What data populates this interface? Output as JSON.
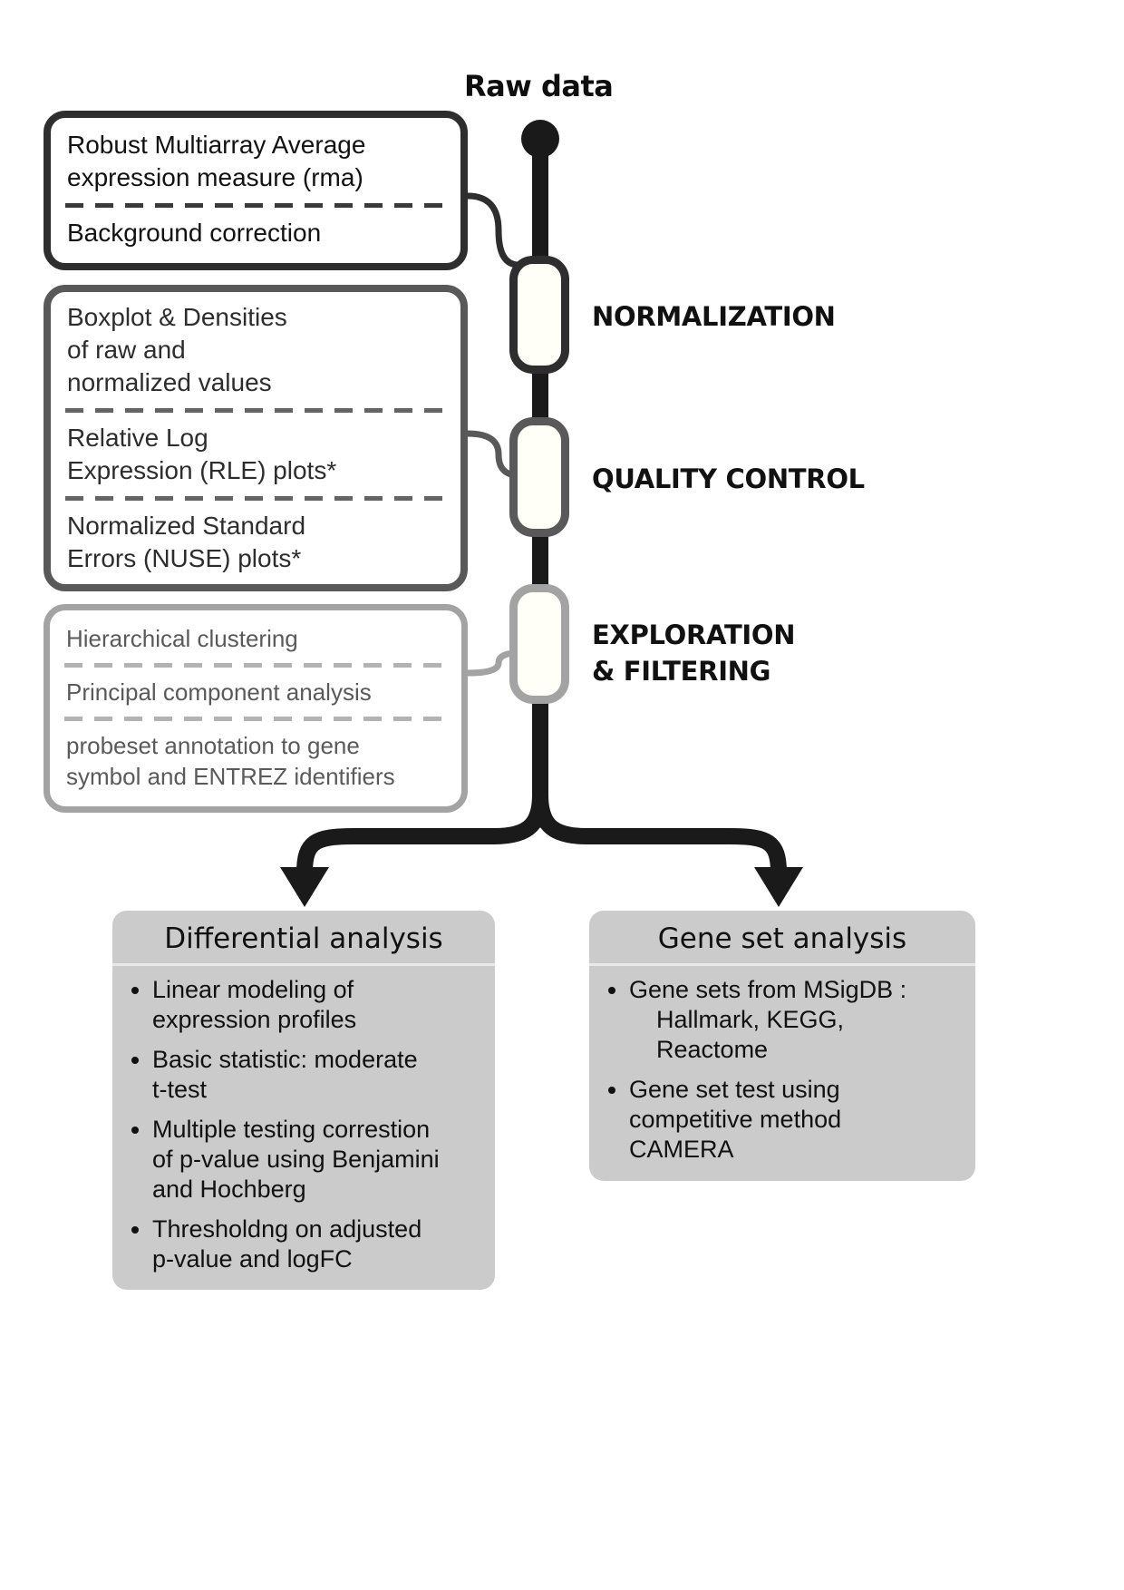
{
  "diagram": {
    "raw_data_label": "Raw data",
    "stages": [
      {
        "label": "NORMALIZATION",
        "items": [
          "Robust Multiarray Average\nexpression measure (rma)",
          "Background correction"
        ]
      },
      {
        "label": "QUALITY CONTROL",
        "items": [
          "Boxplot & Densities\nof raw and\nnormalized values",
          "Relative Log\nExpression (RLE) plots*",
          "Normalized Standard\nErrors (NUSE) plots*"
        ]
      },
      {
        "label": "EXPLORATION\n& FILTERING",
        "items": [
          "Hierarchical clustering",
          "Principal component analysis",
          "probeset annotation to gene\nsymbol and ENTREZ identifiers"
        ]
      }
    ],
    "branches": [
      {
        "title": "Differential analysis",
        "bullets": [
          "Linear modeling of\nexpression profiles",
          "Basic statistic: moderate\nt-test",
          "Multiple testing correstion\nof p-value using Benjamini\nand Hochberg",
          "Thresholdng on adjusted\np-value and logFC"
        ]
      },
      {
        "title": "Gene set analysis",
        "bullets": [
          "Gene sets from MSigDB :\n    Hallmark, KEGG,\n    Reactome",
          "Gene set test using\ncompetitive method\nCAMERA"
        ]
      }
    ],
    "colors": {
      "stage1_border": "#2e2e2e",
      "stage2_border": "#595959",
      "stage3_border": "#a3a3a3",
      "trunk": "#1a1a1a",
      "branch_box_bg": "#cbcbcb"
    }
  }
}
